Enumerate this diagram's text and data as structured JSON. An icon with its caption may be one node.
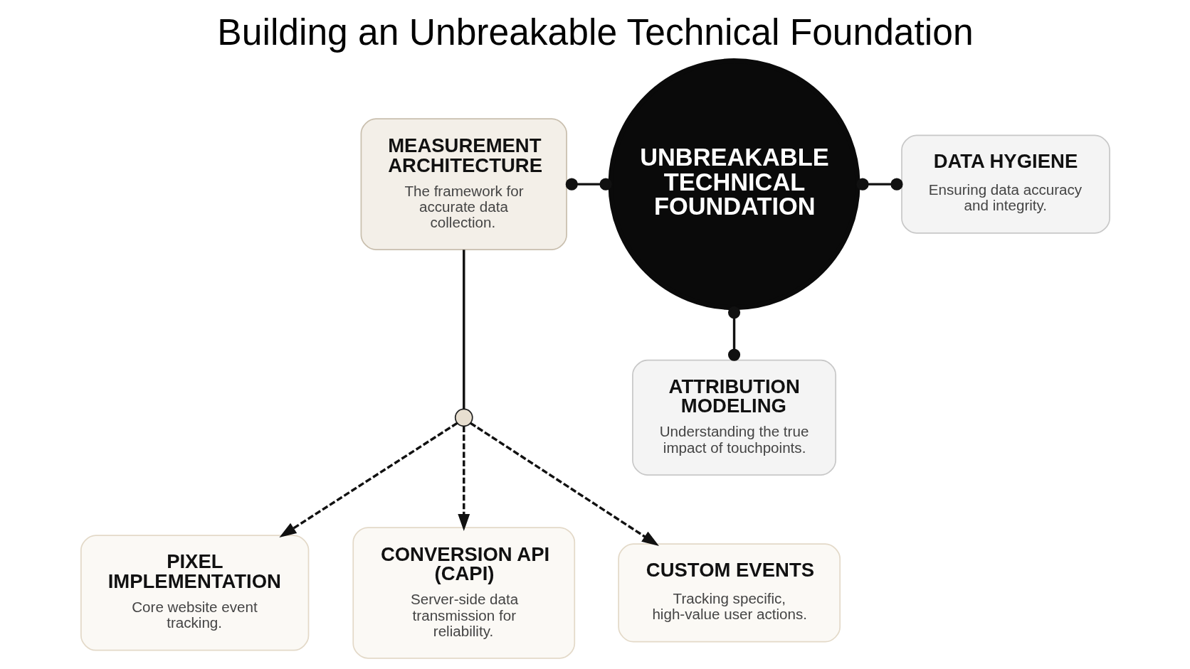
{
  "diagram": {
    "title": "Building an Unbreakable Technical Foundation",
    "nodes": [
      {
        "text": [
          "MEASUREMENT ARCHITECTURE",
          "The framework for accurate data collection."
        ]
      },
      {
        "text": [
          "UNBREAKABLE TECHNICAL FOUNDATION"
        ]
      },
      {
        "text": [
          "DATA HYGIENE",
          "Ensuring data accuracy and integrity."
        ]
      },
      {
        "text": [
          "ATTRIBUTION MODELING",
          "Understanding the true impact of touchpoints."
        ]
      },
      {
        "text": [],
        "shape": "circle"
      },
      {
        "text": [
          "PIXEL IMPLEMENTATION",
          "Core website event tracking."
        ]
      },
      {
        "text": [
          "CONVERSION API (CAPI)",
          "Server-side data transmission for reliability."
        ]
      },
      {
        "text": [
          "CUSTOM EVENTS",
          "Tracking specific, high-value user actions."
        ]
      }
    ],
    "edges": [
      {
        "from": 0,
        "to": 1,
        "arrow": "other"
      },
      {
        "from": 1,
        "to": 2,
        "arrow": "other"
      },
      {
        "from": 1,
        "to": 3,
        "arrow": "other"
      },
      {
        "from": 0,
        "to": 4,
        "arrow": "none"
      },
      {
        "from": 4,
        "to": 5,
        "arrow": "to",
        "style": "dashed"
      },
      {
        "from": 4,
        "to": 6,
        "arrow": "to",
        "style": "dashed"
      },
      {
        "from": 4,
        "to": 7,
        "arrow": "to",
        "style": "dashed"
      }
    ]
  }
}
